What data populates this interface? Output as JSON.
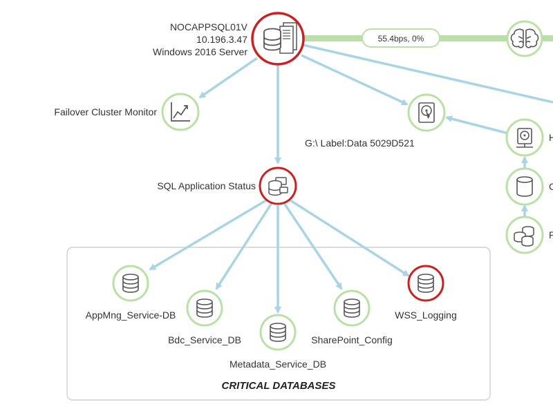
{
  "server": {
    "hostname": "NOCAPPSQL01V",
    "ip": "10.196.3.47",
    "os": "Windows 2016 Server",
    "status": "critical"
  },
  "link": {
    "label": "55.4bps,  0%"
  },
  "nodes": {
    "failover": {
      "label": "Failover Cluster Monitor",
      "icon": "chart-line-icon",
      "status": "ok"
    },
    "volume_g": {
      "label": "G:\\ Label:Data 5029D521",
      "icon": "hard-disk-icon",
      "status": "ok"
    },
    "sql_app": {
      "label": "SQL Application Status",
      "icon": "sql-stack-icon",
      "status": "critical"
    },
    "brain": {
      "label": "",
      "icon": "brain-icon",
      "status": "ok"
    },
    "right_disk": {
      "label": "H",
      "icon": "hard-disk-icon",
      "status": "ok"
    },
    "right_cyl": {
      "label": "C",
      "icon": "cylinder-icon",
      "status": "ok"
    },
    "right_dbs": {
      "label": "P",
      "icon": "databases-icon",
      "status": "ok"
    }
  },
  "group": {
    "title": "CRITICAL DATABASES",
    "databases": [
      {
        "label": "AppMng_Service-DB",
        "status": "ok"
      },
      {
        "label": "Bdc_Service_DB",
        "status": "ok"
      },
      {
        "label": "Metadata_Service_DB",
        "status": "ok"
      },
      {
        "label": "SharePoint_Config",
        "status": "ok"
      },
      {
        "label": "WSS_Logging",
        "status": "critical"
      }
    ]
  },
  "colors": {
    "ok": "#b9e0a5",
    "critical": "#cc1f1f",
    "edge": "#a8d4e4",
    "link": "#b9e0a5",
    "icon": "#555555"
  }
}
